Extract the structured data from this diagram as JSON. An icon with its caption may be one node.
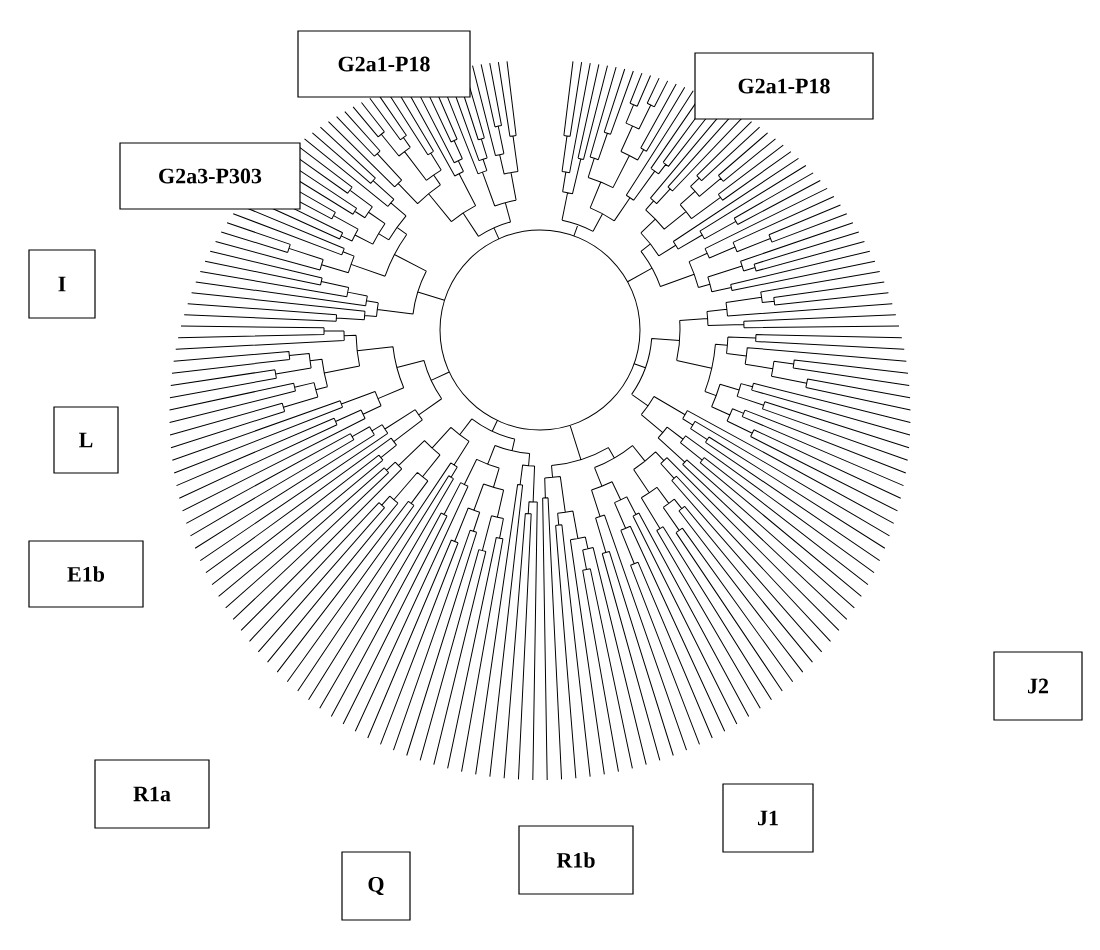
{
  "diagram": {
    "nodes": [
      {
        "text": [
          "G2a3-P303"
        ]
      },
      {
        "text": [
          "G2a1-P18"
        ]
      },
      {
        "text": [
          "G2a1-P18"
        ]
      },
      {
        "text": [
          "I"
        ]
      },
      {
        "text": [
          "L"
        ]
      },
      {
        "text": [
          "E1b"
        ]
      },
      {
        "text": [
          "J2"
        ]
      },
      {
        "text": [
          "R1a"
        ]
      },
      {
        "text": [
          "J1"
        ]
      },
      {
        "text": [
          "R1b"
        ]
      },
      {
        "text": [
          "Q"
        ]
      }
    ]
  }
}
